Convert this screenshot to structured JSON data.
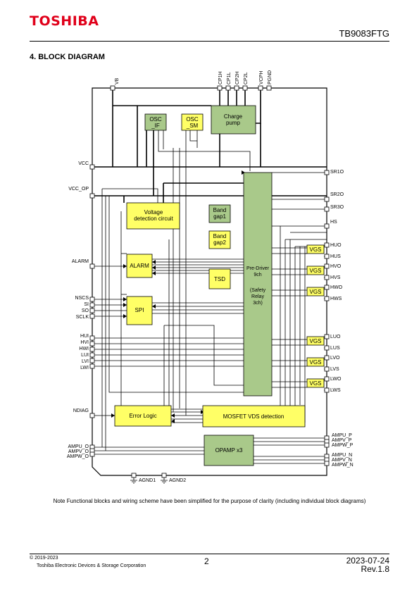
{
  "header": {
    "logo": "TOSHIBA",
    "doc_id": "TB9083FTG"
  },
  "section_title": "4.  BLOCK DIAGRAM",
  "colors": {
    "green": "#a9c98a",
    "yellow": "#ffff66",
    "logo": "#e0001a"
  },
  "blocks": {
    "osc_if": [
      "OSC",
      "_IF"
    ],
    "osc_sm": [
      "OSC",
      "_SM"
    ],
    "charge_pump": [
      "Charge",
      "pump"
    ],
    "voltage_detection": [
      "Voltage",
      "detection circuit"
    ],
    "band_gap1": [
      "Band",
      "gap1"
    ],
    "band_gap2": [
      "Band",
      "gap2"
    ],
    "alarm": "ALARM",
    "tsd": "TSD",
    "spi": "SPI",
    "pre_driver": [
      "Pre-Driver",
      "9ch",
      "",
      "(Safety",
      "Relay",
      "3ch)"
    ],
    "error_logic": "Error Logic",
    "mosfet_vds": "MOSFET VDS detection",
    "opamp": "OPAMP x3",
    "vgs": "VGS"
  },
  "pins": {
    "top": [
      "VB",
      "CP1H",
      "CP1L",
      "CP2H",
      "CP2L",
      "VCPH",
      "PGND"
    ],
    "left": [
      "VCC",
      "VCC_OP",
      "ALARM",
      "NSCS",
      "SI",
      "SO",
      "SCLK",
      "HUI",
      "HVI",
      "HWI",
      "LUI",
      "LVI",
      "LWI",
      "NDIAG",
      "AMPU_O",
      "AMPV_O",
      "AMPW_O"
    ],
    "right": [
      "SR1O",
      "SR2O",
      "SR3O",
      "HS",
      "HUO",
      "HUS",
      "HVO",
      "HVS",
      "HWO",
      "HWS",
      "LUO",
      "LUS",
      "LVO",
      "LVS",
      "LWO",
      "LWS",
      "AMPU_P",
      "AMPV_P",
      "AMPW_P",
      "AMPU_N",
      "AMPV_N",
      "AMPW_N"
    ],
    "bottom": [
      "AGND1",
      "AGND2"
    ]
  },
  "note": "Note Functional blocks and wiring scheme have been simplified for the purpose of clarity (including individual block diagrams)",
  "footer": {
    "copyright": "© 2019-2023",
    "company": "Toshiba Electronic Devices & Storage Corporation",
    "page": "2",
    "date": "2023-07-24",
    "rev": "Rev.1.8"
  }
}
